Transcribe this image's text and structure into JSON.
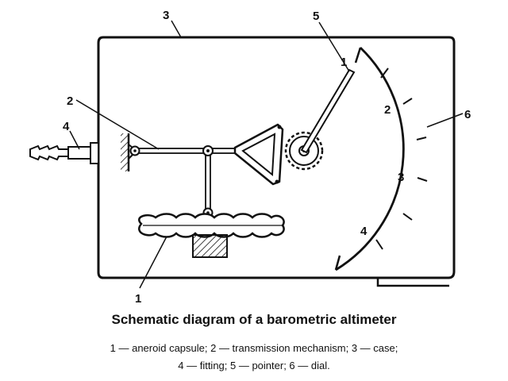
{
  "callouts": {
    "capsule_bottom": "1",
    "pointer_tip": "1",
    "transmission": "2",
    "case": "3",
    "fitting": "4",
    "pointer": "5",
    "dial": "6"
  },
  "dial_numbers": [
    "1",
    "2",
    "3",
    "4"
  ],
  "caption": {
    "title": "Schematic diagram of a barometric altimeter",
    "legend_line1": "1 — aneroid capsule; 2 — transmission mechanism; 3 — case;",
    "legend_line2": "4 — fitting; 5 — pointer; 6 — dial."
  }
}
